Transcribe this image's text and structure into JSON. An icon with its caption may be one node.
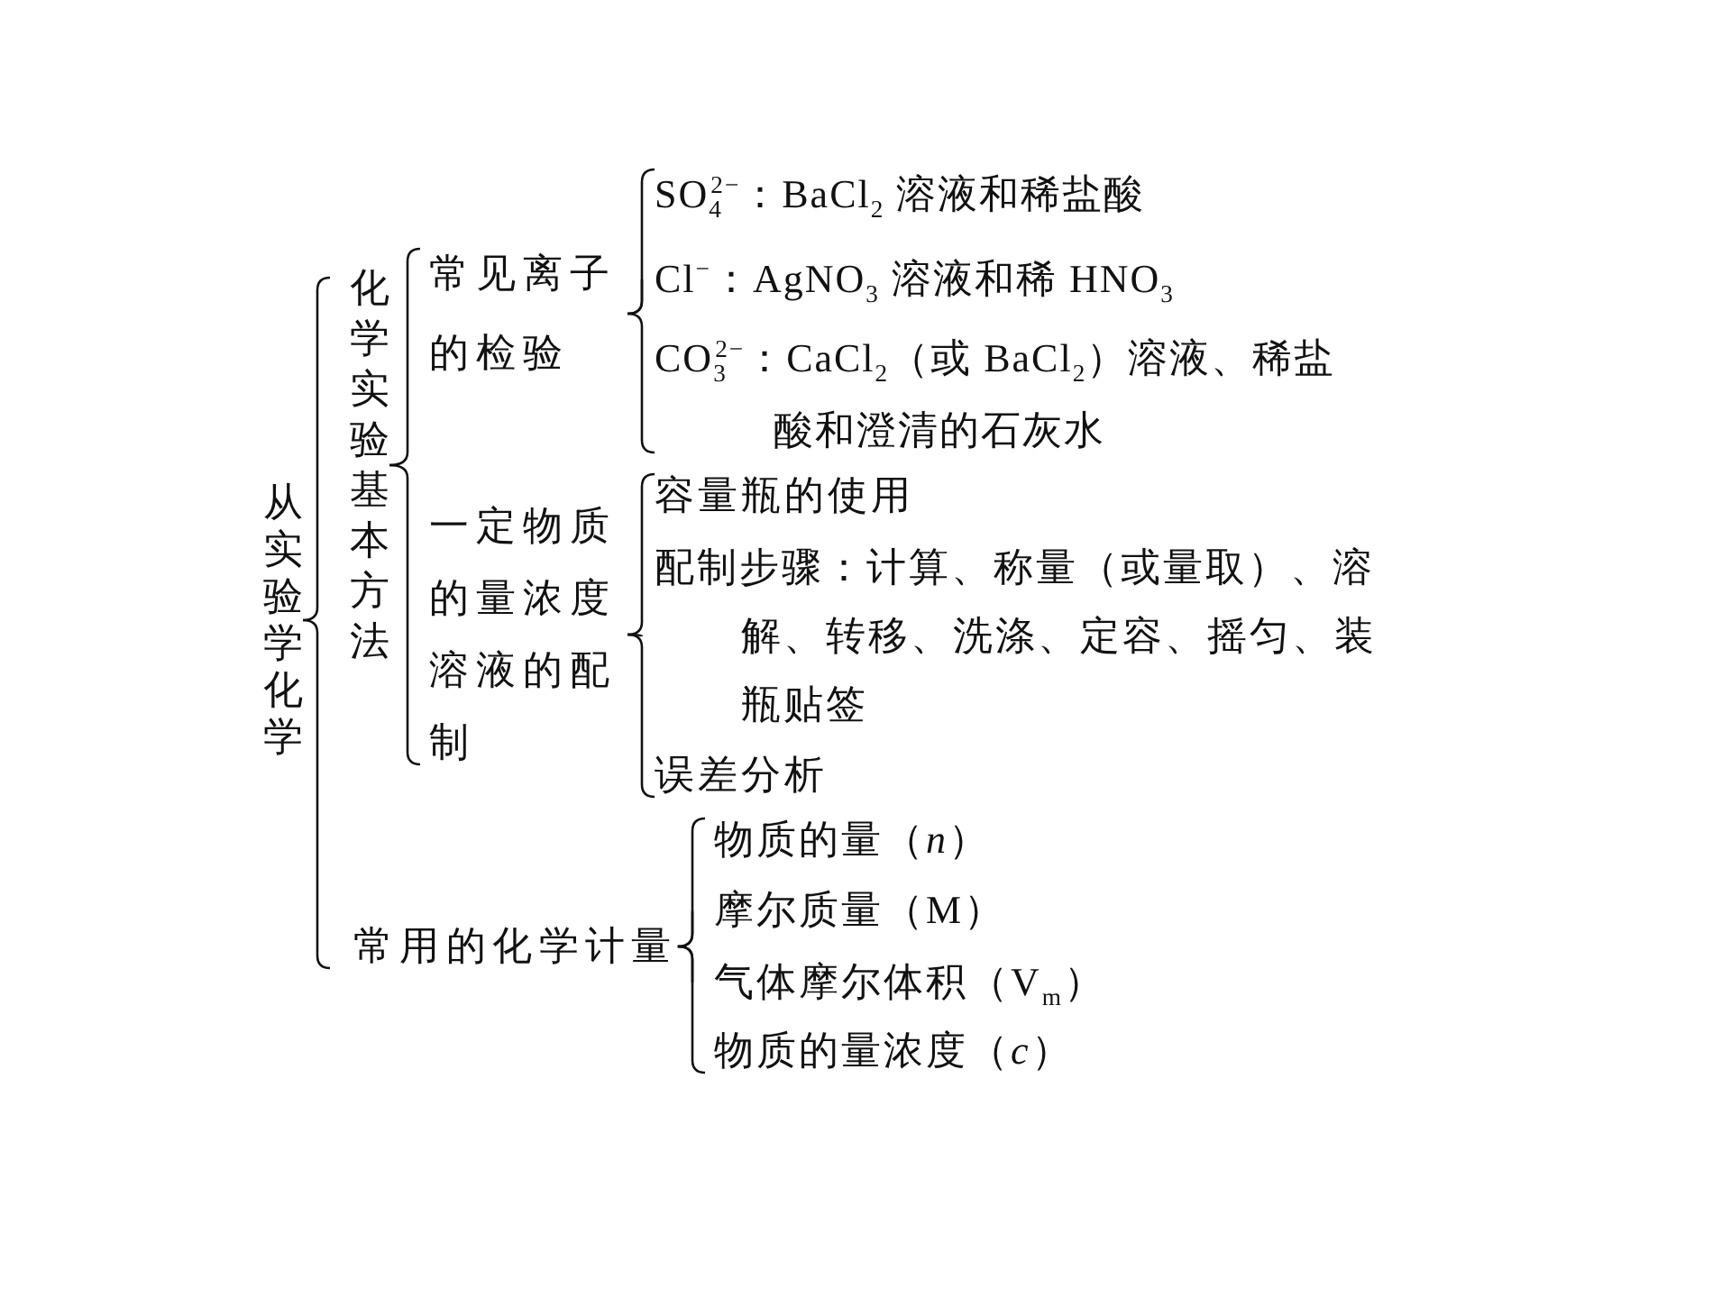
{
  "diagram": {
    "nodes": [
      {
        "text": [
          "从实验学化学"
        ]
      },
      {
        "text": [
          "化学实验基本方法"
        ]
      },
      {
        "text": [
          "常见离子的检验"
        ]
      },
      {
        "text": [
          "SO$_{4}$$^{2−}$：BaCl$_{2}$ 溶液和稀盐酸"
        ]
      },
      {
        "text": [
          "Cl$^{−}$：AgNO$_{3}$ 溶液和稀 HNO$_{3}$"
        ]
      },
      {
        "text": [
          "CO$_{3}$$^{2−}$：CaCl$_{2}$（或 BaCl$_{2}$）溶液、稀盐酸和澄清的石灰水"
        ]
      },
      {
        "text": [
          "一定物质的量浓度溶液的配制"
        ]
      },
      {
        "text": [
          "容量瓶的使用"
        ]
      },
      {
        "text": [
          "配制步骤：计算、称量（或量取）、溶解、转移、洗涤、定容、摇匀、装瓶贴签"
        ]
      },
      {
        "text": [
          "误差分析"
        ]
      },
      {
        "text": [
          "常用的化学计量"
        ]
      },
      {
        "text": [
          "物质的量（*n*）"
        ]
      },
      {
        "text": [
          "摩尔质量（M）"
        ]
      },
      {
        "text": [
          "气体摩尔体积（V$_{m}$）"
        ]
      },
      {
        "text": [
          "物质的量浓度（*c*）"
        ]
      }
    ],
    "edges": [
      {
        "from": 0,
        "to": 1,
        "arrow": "none"
      },
      {
        "from": 0,
        "to": 10,
        "arrow": "none"
      },
      {
        "from": 1,
        "to": 2,
        "arrow": "none"
      },
      {
        "from": 1,
        "to": 6,
        "arrow": "none"
      },
      {
        "from": 2,
        "to": 3,
        "arrow": "none"
      },
      {
        "from": 2,
        "to": 4,
        "arrow": "none"
      },
      {
        "from": 2,
        "to": 5,
        "arrow": "none"
      },
      {
        "from": 6,
        "to": 7,
        "arrow": "none"
      },
      {
        "from": 6,
        "to": 8,
        "arrow": "none"
      },
      {
        "from": 6,
        "to": 9,
        "arrow": "none"
      },
      {
        "from": 10,
        "to": 11,
        "arrow": "none"
      },
      {
        "from": 10,
        "to": 12,
        "arrow": "none"
      },
      {
        "from": 10,
        "to": 13,
        "arrow": "none"
      },
      {
        "from": 10,
        "to": 14,
        "arrow": "none"
      }
    ]
  }
}
